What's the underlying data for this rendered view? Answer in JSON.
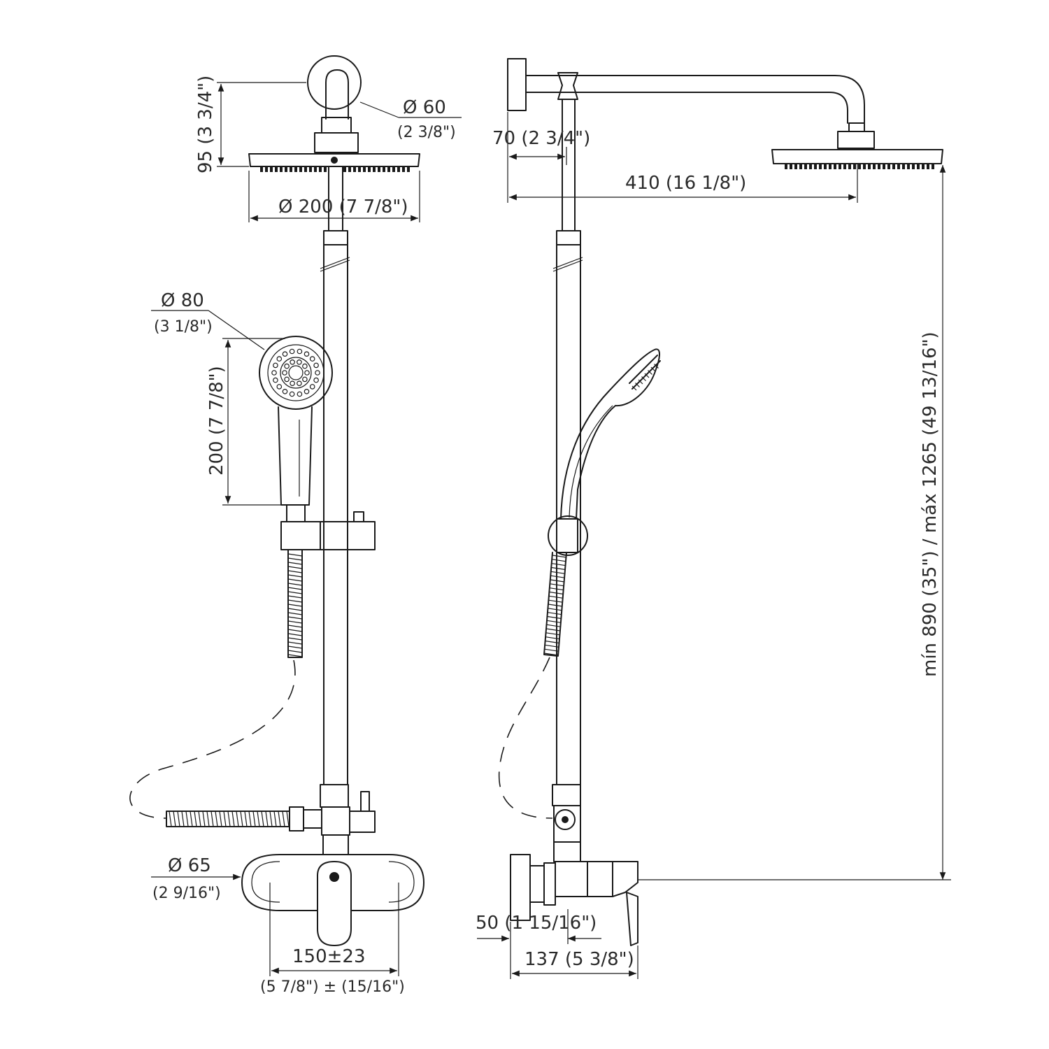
{
  "front_view": {
    "arm_diameter": "Ø 60",
    "arm_diameter_in": "(2 3/8\")",
    "head_height": "95 (3 3/4\")",
    "head_diameter": "Ø 200 (7 7/8\")",
    "hand_diameter": "Ø 80",
    "hand_diameter_in": "(3 1/8\")",
    "hand_length": "200 (7 7/8\")",
    "flange_diameter": "Ø 65",
    "flange_diameter_in": "(2 9/16\")",
    "center_distance": "150±23",
    "center_distance_in": "(5 7/8\") ± (15/16\")"
  },
  "side_view": {
    "wall_offset": "70 (2 3/4\")",
    "arm_projection": "410 (16 1/8\")",
    "total_height": "mín 890 (35\") / máx 1265 (49 13/16\")",
    "valve_offset": "50 (1 15/16\")",
    "total_depth": "137 (5 3/8\")"
  }
}
